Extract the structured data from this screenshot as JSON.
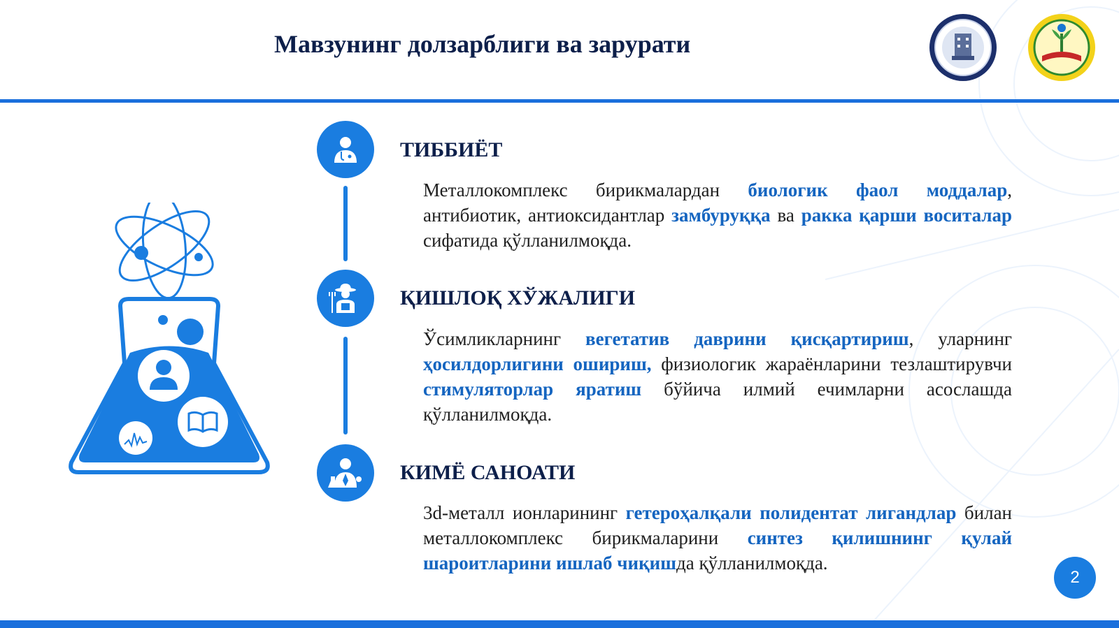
{
  "slide": {
    "title": "Мавзунинг долзарблиги ва зарурати",
    "page_number": "2",
    "accent_color": "#1a7de0",
    "title_color": "#0d1f4a",
    "highlight_color": "#1565c0"
  },
  "logos": [
    {
      "name": "university-seal-logo"
    },
    {
      "name": "institute-emblem-logo"
    }
  ],
  "sections": [
    {
      "icon": "doctor-icon",
      "heading": "ТИББИЁТ",
      "segments": [
        {
          "t": "Металлокомплекс бирикмалардан ",
          "h": false
        },
        {
          "t": "биологик фаол моддалар",
          "h": true
        },
        {
          "t": ", антибиотик, антиоксидантлар ",
          "h": false
        },
        {
          "t": "замбуруққа",
          "h": true
        },
        {
          "t": " ва ",
          "h": false
        },
        {
          "t": "ракка қарши воситалар",
          "h": true
        },
        {
          "t": " сифатида қўлланилмоқда.",
          "h": false
        }
      ]
    },
    {
      "icon": "farmer-icon",
      "heading": "ҚИШЛОҚ ХЎЖАЛИГИ",
      "segments": [
        {
          "t": "Ўсимликларнинг ",
          "h": false
        },
        {
          "t": "вегетатив даврини қисқартириш",
          "h": true
        },
        {
          "t": ", уларнинг ",
          "h": false
        },
        {
          "t": "ҳосилдорлигини ошириш,",
          "h": true
        },
        {
          "t": " физиологик жараёнларини тезлаштирувчи ",
          "h": false
        },
        {
          "t": "стимуляторлар яратиш",
          "h": true
        },
        {
          "t": " бўйича илмий ечимларни асослашда қўлланилмоқда.",
          "h": false
        }
      ]
    },
    {
      "icon": "chemist-icon",
      "heading": "КИМЁ САНОАТИ",
      "segments": [
        {
          "t": "3d-металл ионларининг ",
          "h": false
        },
        {
          "t": "гетероҳалқали полидентат лигандлар",
          "h": true
        },
        {
          "t": " билан металлокомплекс бирикмаларини ",
          "h": false
        },
        {
          "t": "синтез қилишнинг қулай шароитларини ишлаб чиқиш",
          "h": true
        },
        {
          "t": "да қўлланилмоқда.",
          "h": false
        }
      ]
    }
  ]
}
